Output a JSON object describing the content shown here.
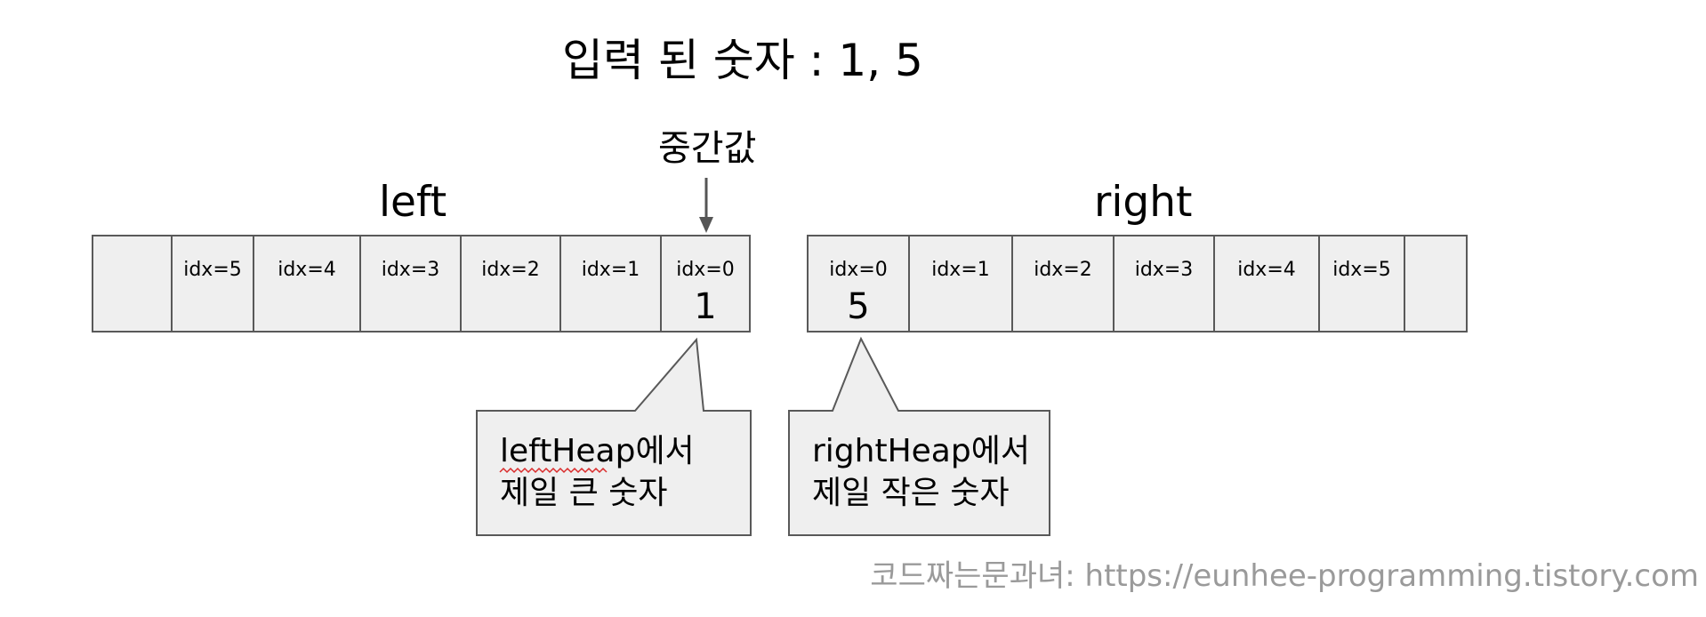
{
  "title": "입력 된 숫자 : 1, 5",
  "median_label": "중간값",
  "left": {
    "label": "left",
    "cells": [
      {
        "idx": "",
        "value": ""
      },
      {
        "idx": "idx=5",
        "value": ""
      },
      {
        "idx": "idx=4",
        "value": ""
      },
      {
        "idx": "idx=3",
        "value": ""
      },
      {
        "idx": "idx=2",
        "value": ""
      },
      {
        "idx": "idx=1",
        "value": ""
      },
      {
        "idx": "idx=0",
        "value": "1"
      }
    ]
  },
  "right": {
    "label": "right",
    "cells": [
      {
        "idx": "idx=0",
        "value": "5"
      },
      {
        "idx": "idx=1",
        "value": ""
      },
      {
        "idx": "idx=2",
        "value": ""
      },
      {
        "idx": "idx=3",
        "value": ""
      },
      {
        "idx": "idx=4",
        "value": ""
      },
      {
        "idx": "idx=5",
        "value": ""
      },
      {
        "idx": "",
        "value": ""
      }
    ]
  },
  "left_callout": {
    "line1": "leftHeap에서",
    "line2": "제일 큰 숫자"
  },
  "right_callout": {
    "line1": "rightHeap에서",
    "line2": "제일 작은 숫자"
  },
  "watermark": "코드짜는문과녀: https://eunhee-programming.tistory.com",
  "colors": {
    "cell_fill": "#efefef",
    "border": "#595959",
    "watermark": "#9a9a9a"
  }
}
